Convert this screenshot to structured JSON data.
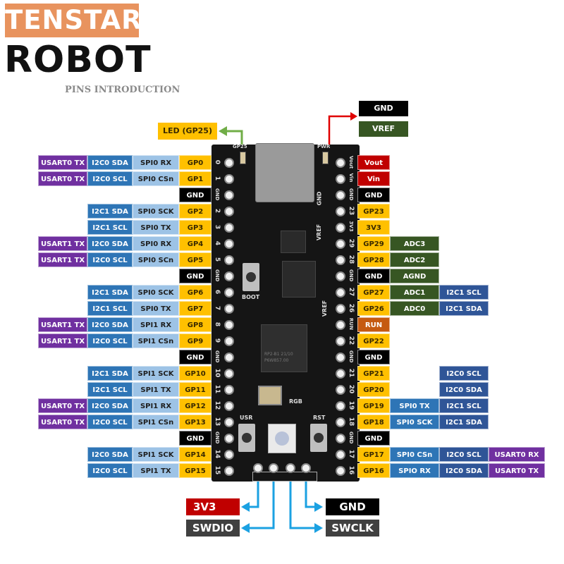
{
  "header": {
    "brand_top": "TENSTAR",
    "brand_bottom": "ROBOT",
    "subtitle": "PINS INTRODUCTION"
  },
  "colors": {
    "uart": "#7030a0",
    "i2c": "#2e75b6",
    "spi": "#9dc3e6",
    "gpio": "#ffc000",
    "gnd": "#000000",
    "power": "#c00000",
    "adc": "#375623",
    "run": "#c55a11",
    "led_arrow": "#70ad47",
    "vref_arrow": "#e00000",
    "swd_arrow": "#1ba1e2"
  },
  "top_callouts": {
    "led": "LED (GP25)",
    "gnd": "GND",
    "vref": "VREF"
  },
  "left_rows": [
    {
      "uart": "USART0 TX",
      "i2c": "I2C0 SDA",
      "spi": "SPI0 RX",
      "pin": "GP0",
      "board": "0"
    },
    {
      "uart": "USART0 TX",
      "i2c": "I2C0 SCL",
      "spi": "SPI0 CSn",
      "pin": "GP1",
      "board": "1"
    },
    {
      "uart": "",
      "i2c": "",
      "spi": "",
      "pin": "GND",
      "board": "GND",
      "type": "gnd"
    },
    {
      "uart": "",
      "i2c": "I2C1 SDA",
      "spi": "SPI0 SCK",
      "pin": "GP2",
      "board": "2"
    },
    {
      "uart": "",
      "i2c": "I2C1 SCL",
      "spi": "SPI0 TX",
      "pin": "GP3",
      "board": "3"
    },
    {
      "uart": "USART1 TX",
      "i2c": "I2C0 SDA",
      "spi": "SPI0 RX",
      "pin": "GP4",
      "board": "4"
    },
    {
      "uart": "USART1 TX",
      "i2c": "I2C0 SCL",
      "spi": "SPI0 SCn",
      "pin": "GP5",
      "board": "5"
    },
    {
      "uart": "",
      "i2c": "",
      "spi": "",
      "pin": "GND",
      "board": "GND",
      "type": "gnd"
    },
    {
      "uart": "",
      "i2c": "I2C1 SDA",
      "spi": "SPI0 SCK",
      "pin": "GP6",
      "board": "6"
    },
    {
      "uart": "",
      "i2c": "I2C1 SCL",
      "spi": "SPI0 TX",
      "pin": "GP7",
      "board": "7"
    },
    {
      "uart": "USART1 TX",
      "i2c": "I2C0 SDA",
      "spi": "SPI1 RX",
      "pin": "GP8",
      "board": "8"
    },
    {
      "uart": "USART1 TX",
      "i2c": "I2C0 SCL",
      "spi": "SPI1 CSn",
      "pin": "GP9",
      "board": "9"
    },
    {
      "uart": "",
      "i2c": "",
      "spi": "",
      "pin": "GND",
      "board": "GND",
      "type": "gnd"
    },
    {
      "uart": "",
      "i2c": "I2C1 SDA",
      "spi": "SPI1 SCK",
      "pin": "GP10",
      "board": "10"
    },
    {
      "uart": "",
      "i2c": "I2C1 SCL",
      "spi": "SPI1 TX",
      "pin": "GP11",
      "board": "11"
    },
    {
      "uart": "USART0 TX",
      "i2c": "I2C0 SDA",
      "spi": "SPI1 RX",
      "pin": "GP12",
      "board": "12"
    },
    {
      "uart": "USART0 TX",
      "i2c": "I2C0 SCL",
      "spi": "SPI1 CSn",
      "pin": "GP13",
      "board": "13"
    },
    {
      "uart": "",
      "i2c": "",
      "spi": "",
      "pin": "GND",
      "board": "GND",
      "type": "gnd"
    },
    {
      "uart": "",
      "i2c": "I2C0 SDA",
      "spi": "SPI1 SCK",
      "pin": "GP14",
      "board": "14"
    },
    {
      "uart": "",
      "i2c": "I2C0 SCL",
      "spi": "SPI1 TX",
      "pin": "GP15",
      "board": "15"
    }
  ],
  "right_rows": [
    {
      "pin": "Vout",
      "type": "pwr",
      "board": "Vout"
    },
    {
      "pin": "Vin",
      "type": "pwr",
      "board": "Vin"
    },
    {
      "pin": "GND",
      "type": "gnd",
      "board": "GND"
    },
    {
      "pin": "GP23",
      "type": "gp",
      "board": "23"
    },
    {
      "pin": "3V3",
      "type": "gp",
      "board": "3V3"
    },
    {
      "pin": "GP29",
      "type": "gp",
      "board": "29",
      "adc": "ADC3"
    },
    {
      "pin": "GP28",
      "type": "gp",
      "board": "28",
      "adc": "ADC2"
    },
    {
      "pin": "GND",
      "type": "gnd",
      "board": "GND",
      "adc": "AGND"
    },
    {
      "pin": "GP27",
      "type": "gp",
      "board": "27",
      "adc": "ADC1",
      "i2c": "I2C1 SCL"
    },
    {
      "pin": "GP26",
      "type": "gp",
      "board": "26",
      "adc": "ADC0",
      "i2c": "I2C1 SDA"
    },
    {
      "pin": "RUN",
      "type": "run",
      "board": "RUN"
    },
    {
      "pin": "GP22",
      "type": "gp",
      "board": "22"
    },
    {
      "pin": "GND",
      "type": "gnd",
      "board": "GND"
    },
    {
      "pin": "GP21",
      "type": "gp",
      "board": "21",
      "i2c": "I2C0 SCL"
    },
    {
      "pin": "GP20",
      "type": "gp",
      "board": "20",
      "i2c": "I2C0 SDA"
    },
    {
      "pin": "GP19",
      "type": "gp",
      "board": "19",
      "spi": "SPI0 TX",
      "i2c": "I2C1 SCL"
    },
    {
      "pin": "GP18",
      "type": "gp",
      "board": "18",
      "spi": "SPI0 SCK",
      "i2c": "I2C1 SDA"
    },
    {
      "pin": "GND",
      "type": "gnd",
      "board": "GND"
    },
    {
      "pin": "GP17",
      "type": "gp",
      "board": "17",
      "spi": "SPI0 CSn",
      "i2c": "I2C0 SCL",
      "uart": "USART0 RX"
    },
    {
      "pin": "GP16",
      "type": "gp",
      "board": "16",
      "spi": "SPIO RX",
      "i2c": "I2C0 SDA",
      "uart": "USART0 TX"
    }
  ],
  "board": {
    "silk_led": "GP25",
    "silk_pwr": "PWR",
    "silk_gnd_inner": "GND",
    "silk_vref_inner": "VREF",
    "silk_vref_lower": "VREF",
    "silk_boot": "BOOT",
    "silk_rgb": "RGB",
    "silk_usr": "USR",
    "silk_rst": "RST",
    "chip_marking_1": "RP2-B1  21/10",
    "chip_marking_2": "P6W857.00"
  },
  "bottom_callouts": {
    "v3v3": "3V3",
    "swdio": "SWDIO",
    "gnd": "GND",
    "swclk": "SWCLK"
  }
}
